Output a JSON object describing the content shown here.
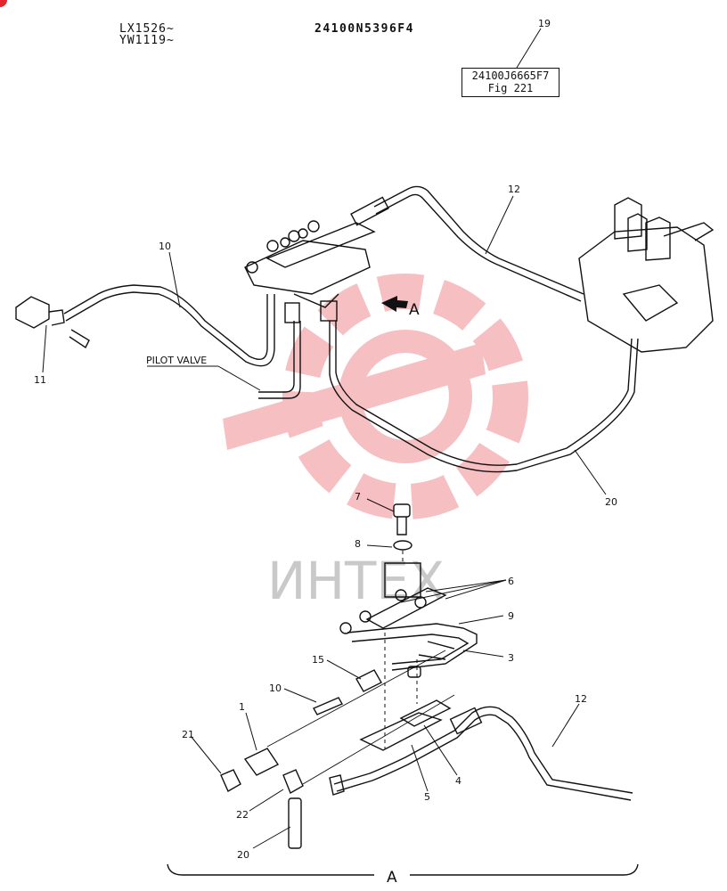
{
  "header": {
    "serial_lines": [
      "LX1526~",
      "YW1119~"
    ],
    "drawing_number": "24100N5396F4",
    "reference_callout": "19",
    "reference_box": [
      "24100J6665F7",
      "Fig 221"
    ]
  },
  "callouts": {
    "c1": "1",
    "c3": "3",
    "c4": "4",
    "c5": "5",
    "c6": "6",
    "c7": "7",
    "c8": "8",
    "c9": "9",
    "c10_top": "10",
    "c10_detail": "10",
    "c11": "11",
    "c12_top": "12",
    "c12_detail": "12",
    "c15": "15",
    "c20_top": "20",
    "c20_detail": "20",
    "c21": "21",
    "c22": "22"
  },
  "labels": {
    "pilot_valve": "PILOT VALVE",
    "view_arrow": "A",
    "detail_view": "A"
  },
  "watermark": {
    "text": "ИНТЕХ",
    "color": "#e84a4f"
  }
}
